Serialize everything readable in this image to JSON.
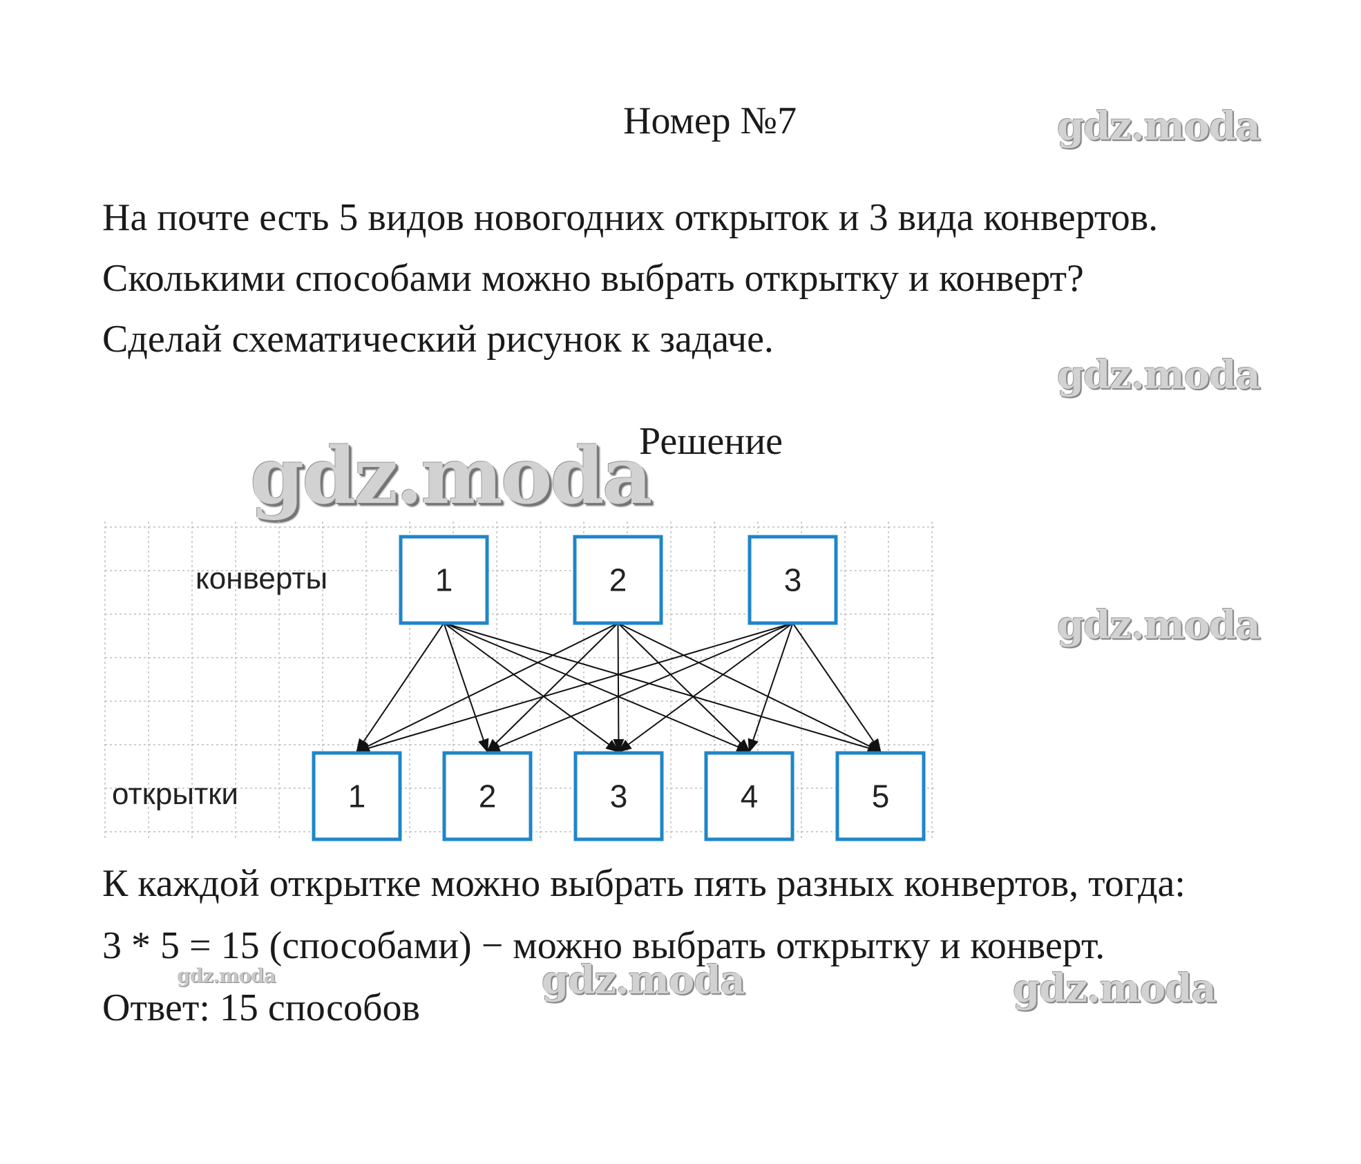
{
  "title": "Номер №7",
  "problem": {
    "line1": "На почте есть 5 видов новогодних открыток и 3 вида конвертов.",
    "line2": "Сколькими способами можно выбрать открытку и конверт?",
    "line3": "Сделай схематический рисунок к задаче."
  },
  "solution_heading": "Решение",
  "diagram": {
    "envelopes_label": "конверты",
    "cards_label": "открытки",
    "envelopes": [
      "1",
      "2",
      "3"
    ],
    "cards": [
      "1",
      "2",
      "3",
      "4",
      "5"
    ],
    "box_color": "#1f86c8"
  },
  "solution": {
    "line1": "К каждой открытке можно выбрать пять разных конвертов, тогда:",
    "line2": "3 * 5 = 15 (способами) − можно выбрать открытку и конверт.",
    "answer": "Ответ: 15 способов"
  },
  "watermark": "gdz.moda"
}
